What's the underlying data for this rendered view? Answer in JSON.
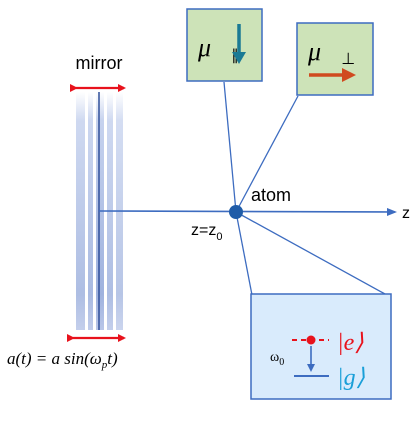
{
  "labels": {
    "mirror": "mirror",
    "atom": "atom",
    "z_axis": "z",
    "z_position": "z=z",
    "z_position_sub": "0",
    "drive_lhs": "a(t) = a sin(ω",
    "drive_sub": "p",
    "drive_rhs": "t)",
    "omega0": "ω",
    "omega0_sub": "0",
    "mu_parallel": "μ⃗",
    "mu_parallel_sub": "∥",
    "mu_perp": "μ⃗",
    "mu_perp_sub": "⊥",
    "ket_e": "|e⟩",
    "ket_g": "|g⟩"
  },
  "colors": {
    "line_blue": "#3d6cc0",
    "red": "#e8121c",
    "box_green": "#cde3b8",
    "box_blue": "#d9ebfc",
    "teal_arrow": "#1a7a94",
    "orange_arrow": "#d04a1f",
    "atom_dot": "#1f5ca8",
    "ket_e": "#e8121c",
    "ket_g": "#1a9fd8"
  }
}
